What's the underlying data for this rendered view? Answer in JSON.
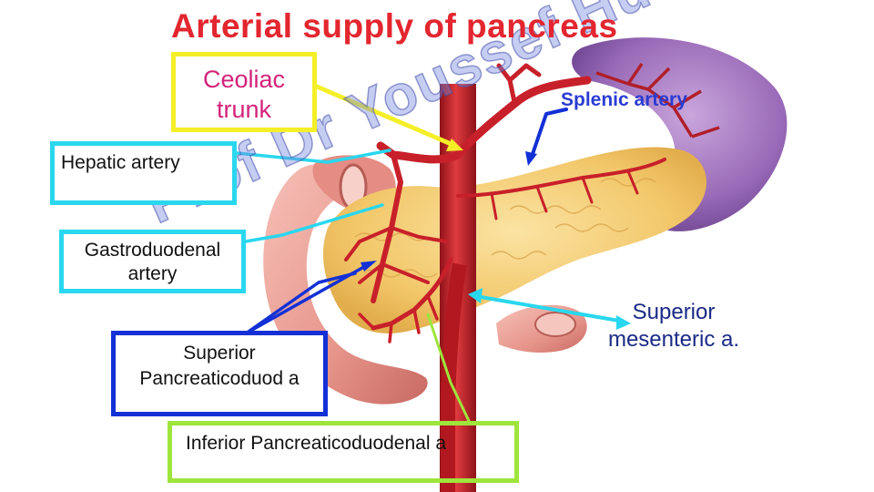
{
  "title": "Arterial supply of pancreas",
  "labels": {
    "ceoliac_line1": "Ceoliac",
    "ceoliac_line2": "trunk",
    "splenic": "Splenic artery",
    "hepatic": "Hepatic artery",
    "gastro_line1": "Gastroduodenal",
    "gastro_line2": "artery",
    "sup_pd_line1": "Superior",
    "sup_pd_line2": "Pancreaticoduod a",
    "sup_mes_line1": "Superior",
    "sup_mes_line2": "mesenteric a.",
    "inf_pd": "Inferior  Pancreaticoduodenal a"
  },
  "watermark": "Prof Dr Youssef Hussein",
  "colors": {
    "title": "#e3262f",
    "ceoliac_box": "#f4ef27",
    "hepatic_box": "#29d7ee",
    "gastro_box": "#29d7ee",
    "sup_pd_box": "#1330d6",
    "inf_pd_box": "#9ee53c",
    "splenic_arrow": "#1330d6",
    "sup_mes_arrow": "#29d7ee",
    "artery": "#c8202a",
    "pancreas": "#f2c769",
    "spleen": "#8e5fad",
    "duodenum": "#e79a91"
  }
}
